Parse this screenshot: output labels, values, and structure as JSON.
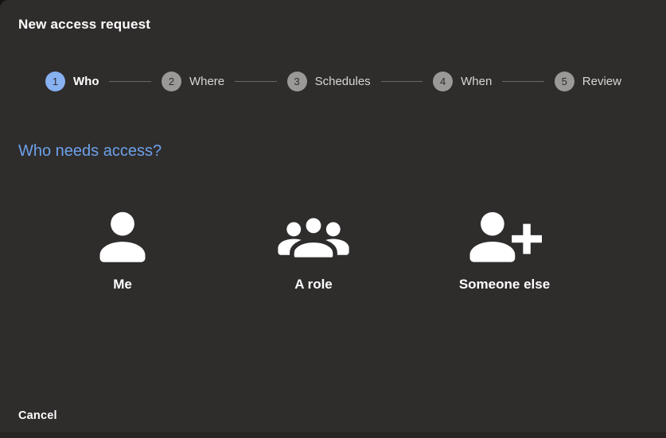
{
  "dialog": {
    "title": "New access request",
    "cancel_label": "Cancel"
  },
  "stepper": {
    "steps": [
      {
        "number": "1",
        "label": "Who",
        "active": true
      },
      {
        "number": "2",
        "label": "Where",
        "active": false
      },
      {
        "number": "3",
        "label": "Schedules",
        "active": false
      },
      {
        "number": "4",
        "label": "When",
        "active": false
      },
      {
        "number": "5",
        "label": "Review",
        "active": false
      }
    ]
  },
  "content": {
    "heading": "Who needs access?",
    "options": [
      {
        "label": "Me",
        "icon": "person-icon"
      },
      {
        "label": "A role",
        "icon": "group-icon"
      },
      {
        "label": "Someone else",
        "icon": "person-add-icon"
      }
    ]
  },
  "colors": {
    "dialog_bg": "#2f2c2c",
    "backdrop": "#282525",
    "accent_blue": "#6ba1e8",
    "active_step_bg": "#87b1f1",
    "inactive_step_bg": "#9b9898",
    "step_number": "#2f2c2c",
    "connector": "#6b6767",
    "text_primary": "#ffffff",
    "text_secondary": "#d9d6d6"
  }
}
